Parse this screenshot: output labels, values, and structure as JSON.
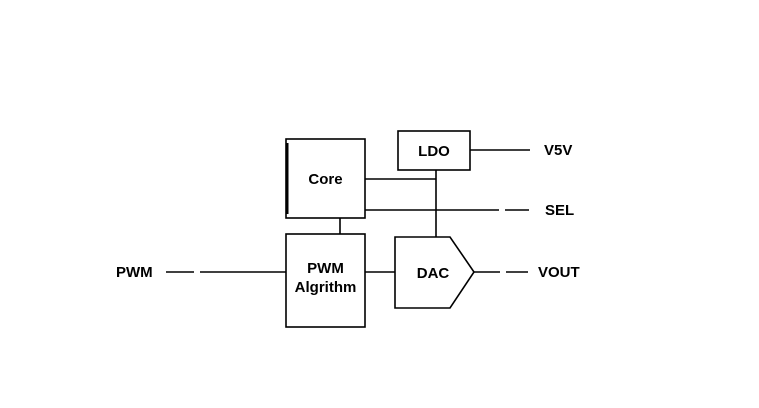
{
  "blocks": {
    "core": "Core",
    "ldo": "LDO",
    "pwm_line1": "PWM",
    "pwm_line2": "Algrithm",
    "dac": "DAC"
  },
  "signals": {
    "pwm_in": "PWM",
    "v5v": "V5V",
    "sel": "SEL",
    "vout": "VOUT"
  }
}
